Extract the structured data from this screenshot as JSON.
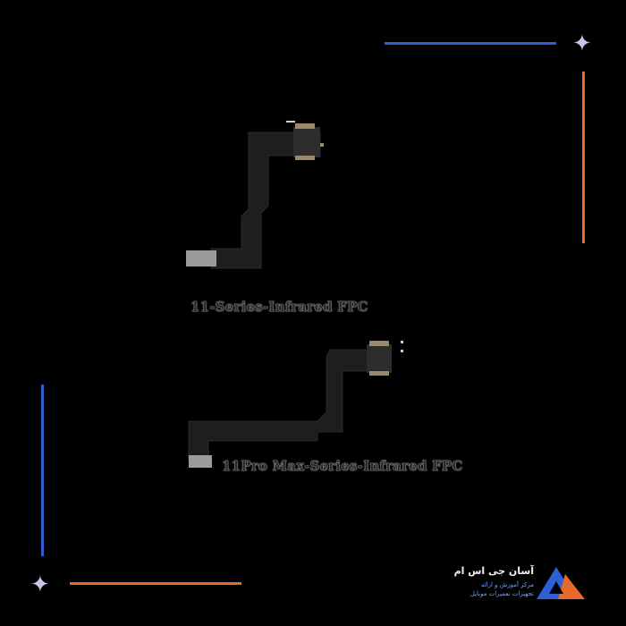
{
  "products": [
    {
      "label": "11-Series-Infrared FPC"
    },
    {
      "label": "11Pro Max-Series-Infrared FPC"
    }
  ],
  "brand": {
    "name": "آسان جی اس ام",
    "tagline_1": "مرکز آموزش و ارائه",
    "tagline_2": "تجهیزات تعمیرات موبایل"
  },
  "colors": {
    "background": "#000000",
    "accent_blue": "#2f5fd6",
    "accent_orange": "#e46b2c",
    "sparkle": "#c9c3ea"
  }
}
